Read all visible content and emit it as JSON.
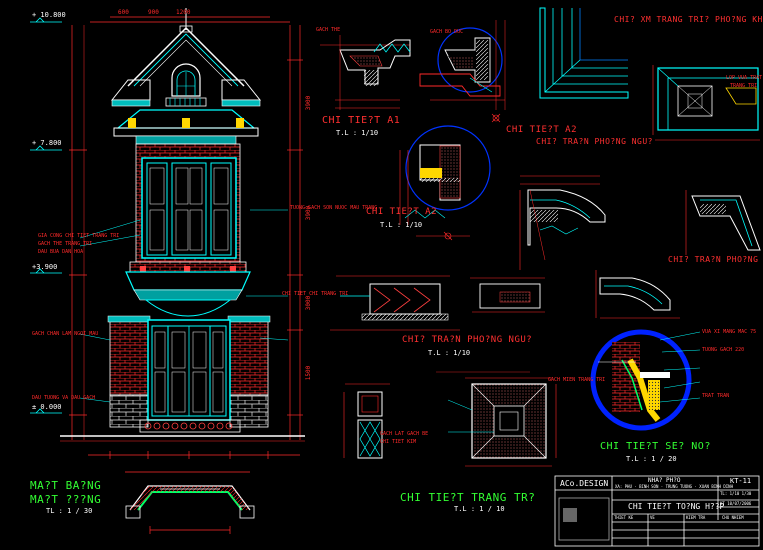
{
  "drawing": {
    "elevation_title_1": "MA?T BA?NG",
    "elevation_title_2": "MA?T ???NG",
    "elevation_scale": "TL : 1 / 30",
    "level_labels": [
      "+ 10.800",
      "+ 7.800",
      "+3.900",
      "± 0.000"
    ],
    "side_dims": [
      "3900",
      "3900",
      "3000",
      "1500"
    ],
    "top_dims": [
      "600",
      "900",
      "1200"
    ],
    "left_annotations": [
      "GIA CONG CHI TIET TRANG TRI",
      "GACH THE TRANG TRI",
      "DAU BUA DAN HOA",
      "GACH CHAN LAM NGOI MAU",
      "DAU TUONG VA DAU GACH"
    ],
    "center_annotations": [
      "TUONG GACH SON NUOC MAU TRANG",
      "CHI TIET CHI TRANG TRI",
      "GACH LAT GACH BE",
      "CHI TIET KIM"
    ],
    "detail_a1_title": "CHI TIE?T A1",
    "detail_a1_scale": "T.L : 1/10",
    "detail_a2_title": "CHI TIE?T A2",
    "detail_a2_sub": "CHI? TRA?N PHO?NG NGU?",
    "detail_a2b_title": "CHI TIE?T A2",
    "detail_a2b_scale": "T.L : 1/10",
    "chi_xm_title": "CHI? XM TRANG TRI? PHO?NG KHA?N",
    "chi_tran_phong": "CHI? TRA?N PHO?NG NGU?",
    "chi_tran_phong_scale": "T.L : 1/10",
    "chi_tran_phong_n": "CHI? TRA?N PHO?NG N",
    "chi_tiet_se_no": "CHI TIE?T SE? NO?",
    "chi_tiet_se_no_scale": "T.L : 1 / 20",
    "chi_tiet_trang_tri": "CHI TIE?T TRANG TR?",
    "chi_tiet_trang_tri_scale": "T.L : 1 / 10",
    "small_annotations": [
      "GACH THE",
      "GACH BO DUC",
      "LOP VUA TRAT",
      "TRANG TRI",
      "GACH MIEN TRANG TRI",
      "VUA XI MANG MAC 75",
      "TUONG GACH 220",
      "TRAT TRAN"
    ],
    "title_block": {
      "company": "ACo.DESIGN",
      "project": "NHA? PH?O",
      "address": "XA: PHU · BINH SON · TRUNG TUONG · XUAN BINH DINH",
      "sheet_title": "CHI TIE?T TO?NG H??P",
      "drawing_no": "KT-11",
      "row_labels": [
        "THIET KE",
        "VE",
        "KIEM TRA",
        "CHU NHIEM"
      ],
      "side_info": [
        "TL: 1/10 1/30",
        "KT 10/07/2006"
      ]
    }
  }
}
